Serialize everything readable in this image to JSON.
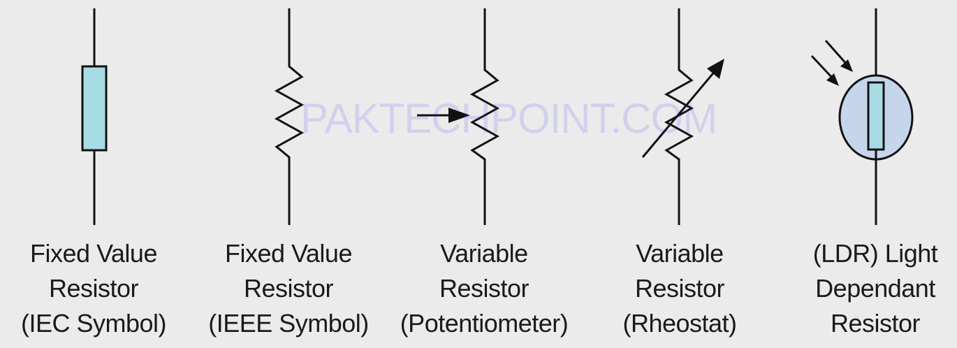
{
  "watermark": "PAKTECHPOINT.COM",
  "symbols": [
    {
      "id": "iec-fixed-resistor",
      "caption": [
        "Fixed Value",
        "Resistor",
        "(IEC Symbol)"
      ]
    },
    {
      "id": "ieee-fixed-resistor",
      "caption": [
        "Fixed Value",
        "Resistor",
        "(IEEE Symbol)"
      ]
    },
    {
      "id": "potentiometer",
      "caption": [
        "Variable",
        "Resistor",
        "(Potentiometer)"
      ]
    },
    {
      "id": "rheostat",
      "caption": [
        "Variable",
        "Resistor",
        "(Rheostat)"
      ]
    },
    {
      "id": "ldr",
      "caption": [
        "(LDR) Light",
        "Dependant",
        "Resistor"
      ]
    }
  ],
  "colors": {
    "background": "#ebebeb",
    "wire": "#111111",
    "resistor_body": "#a8dce4",
    "ldr_circle": "#c6d6ea",
    "watermark": "#2e2eff"
  }
}
